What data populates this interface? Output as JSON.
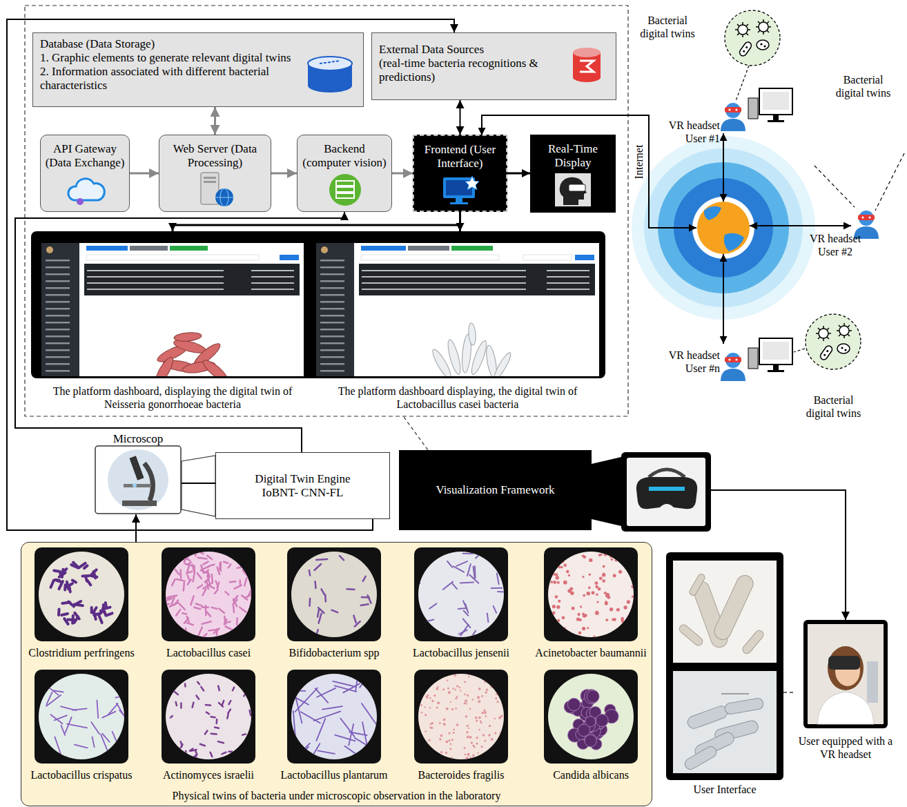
{
  "diagram": {
    "nodes": [
      {
        "text": [
          "Database (Data Storage)",
          "1. Graphic elements to generate relevant digital twins",
          "2. Information associated with different bacterial characteristics"
        ]
      },
      {
        "text": [
          "External Data Sources",
          "(real-time bacteria recognitions & predictions)"
        ]
      },
      {
        "text": [
          "API Gateway (Data Exchange)"
        ]
      },
      {
        "text": [
          "Web Server (Data Processing)"
        ]
      },
      {
        "text": [
          "Backend (computer vision)"
        ]
      },
      {
        "text": [
          "Frontend (User Interface)"
        ]
      },
      {
        "text": [
          "Real-Time Display"
        ]
      },
      {
        "text": [
          "The platform dashboard, displaying the digital twin of Neisseria gonorrhoeae bacteria"
        ]
      },
      {
        "text": [
          "The platform dashboard displaying, the digital twin of Lactobacillus casei bacteria"
        ]
      },
      {
        "text": [
          "Microscop"
        ]
      },
      {
        "text": [
          "Digital Twin Engine IoBNT- CNN-FL"
        ]
      },
      {
        "text": [
          "Visualization Framework"
        ]
      },
      {
        "text": [
          "Physical twins of bacteria under microscopic observation in the laboratory"
        ]
      },
      {
        "text": [
          "Clostridium perfringens"
        ],
        "in": 12
      },
      {
        "text": [
          "Lactobacillus casei"
        ],
        "in": 12
      },
      {
        "text": [
          "Bifidobacterium spp"
        ],
        "in": 12
      },
      {
        "text": [
          "Lactobacillus jensenii"
        ],
        "in": 12
      },
      {
        "text": [
          "Acinetobacter baumannii"
        ],
        "in": 12
      },
      {
        "text": [
          "Lactobacillus crispatus"
        ],
        "in": 12
      },
      {
        "text": [
          "Actinomyces israelii"
        ],
        "in": 12
      },
      {
        "text": [
          "Lactobacillus plantarum"
        ],
        "in": 12
      },
      {
        "text": [
          "Bacteroides fragilis"
        ],
        "in": 12
      },
      {
        "text": [
          "Candida albicans"
        ],
        "in": 12
      },
      {
        "text": [
          "User Interface"
        ]
      },
      {
        "text": [
          "User equipped with a VR headset"
        ]
      }
    ],
    "edges": [
      {
        "from": 2,
        "to": 3,
        "arrow": "to"
      },
      {
        "from": 3,
        "to": 4,
        "arrow": "to"
      },
      {
        "from": 4,
        "to": 5,
        "arrow": "to"
      },
      {
        "from": 5,
        "to": 6,
        "arrow": "to"
      },
      {
        "from": 3,
        "to": 0,
        "arrow": "both"
      },
      {
        "from": 5,
        "to": 1,
        "arrow": "both"
      },
      {
        "from": 5,
        "to": 7,
        "arrow": "to"
      },
      {
        "from": 5,
        "to": 8,
        "arrow": "to"
      },
      {
        "from": 10,
        "to": 1,
        "arrow": "to"
      },
      {
        "from": 10,
        "to": 4,
        "arrow": "to"
      },
      {
        "from": 9,
        "to": 10,
        "arrow": "none"
      },
      {
        "from": 12,
        "to": 9,
        "arrow": "to"
      },
      {
        "from": 11,
        "to": 24,
        "arrow": "to"
      },
      {
        "from": 23,
        "to": 24,
        "arrow": "none"
      }
    ],
    "labels": [
      "Bacterial digital twins",
      "Bacterial digital twins",
      "Internet",
      "VR headset User #1",
      "VR headset User #2",
      "VR headset User #n",
      "Bacterial digital twins"
    ]
  }
}
